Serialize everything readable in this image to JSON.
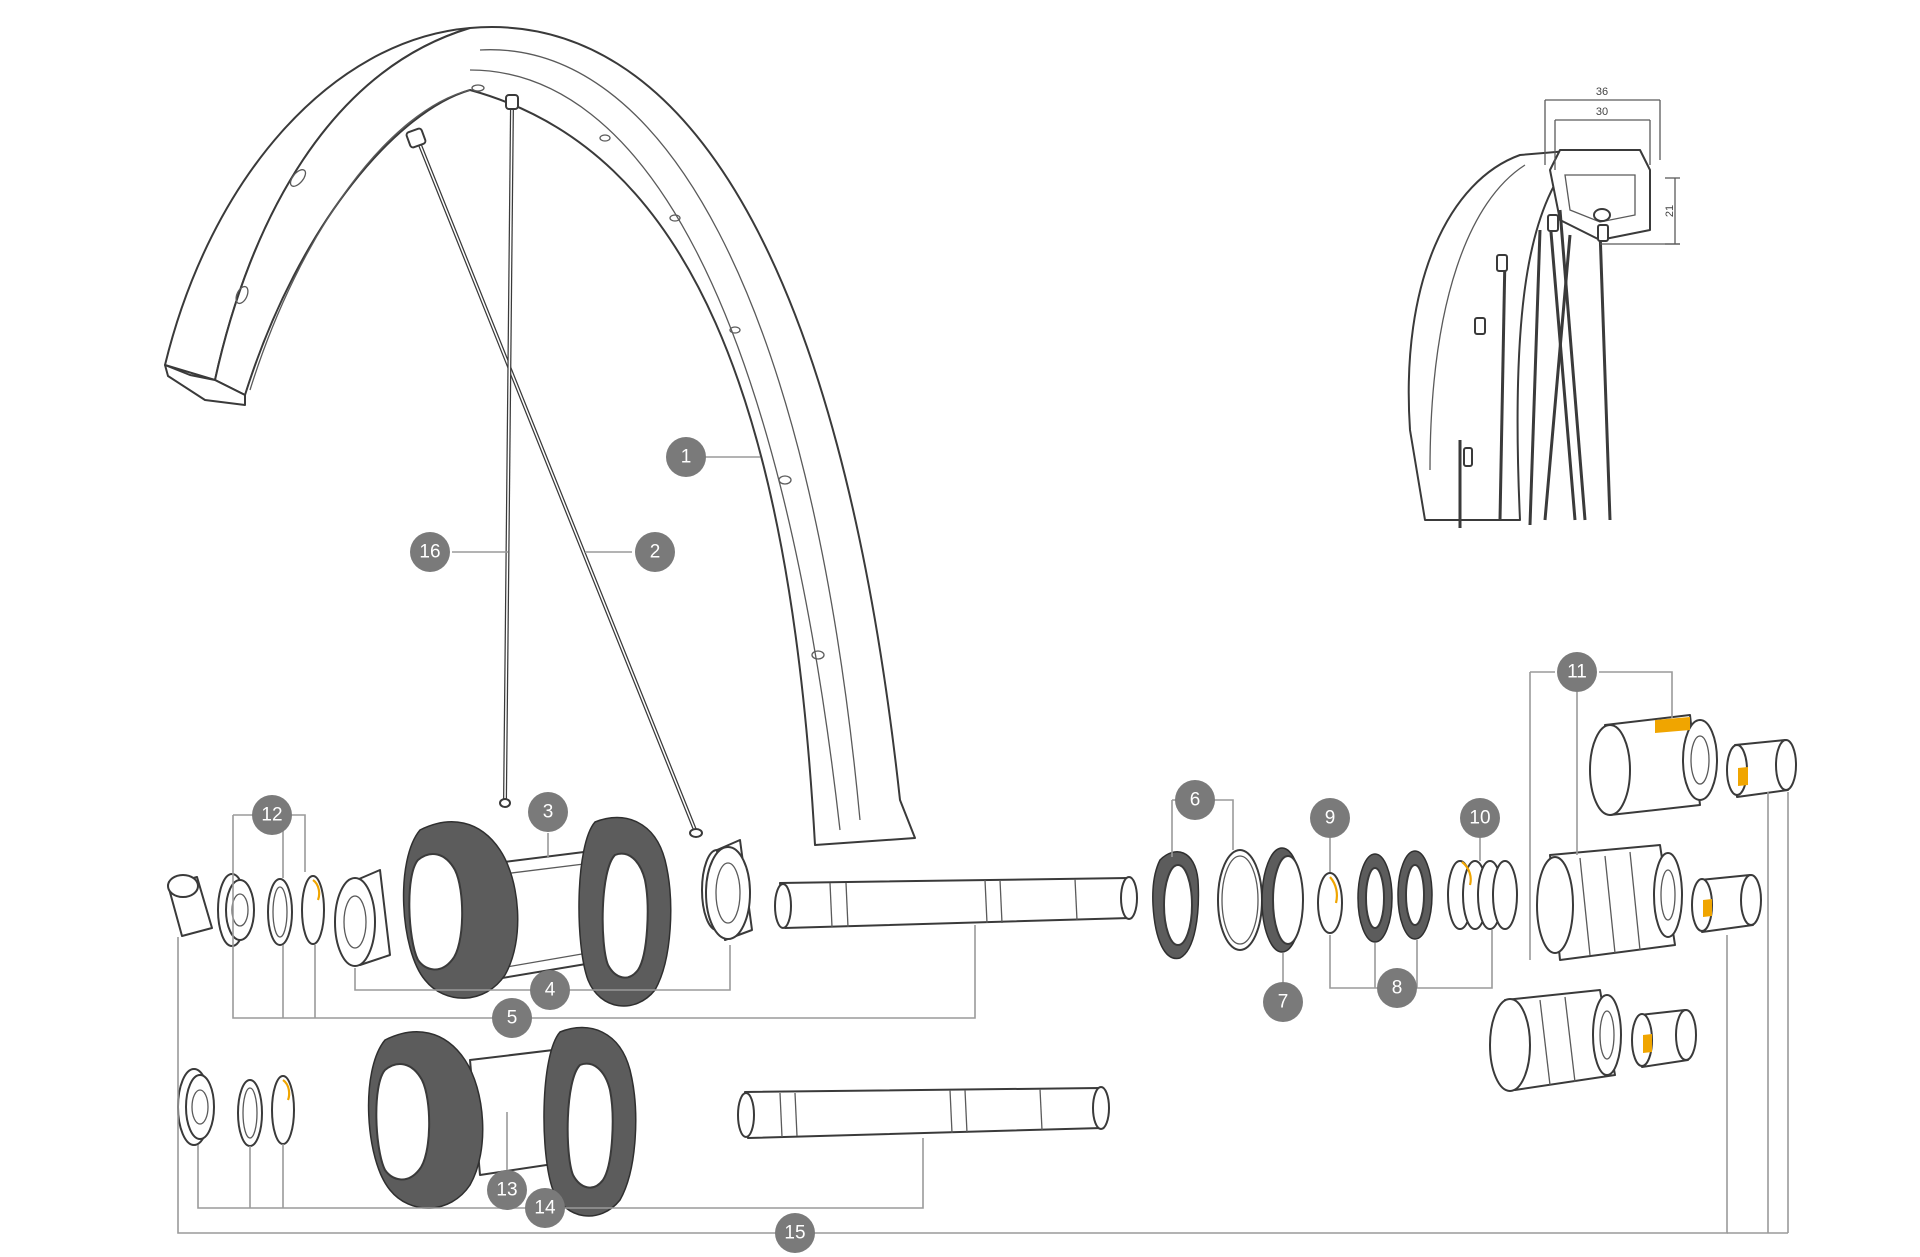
{
  "diagram": {
    "callouts": [
      {
        "id": "c1",
        "label": "1"
      },
      {
        "id": "c2",
        "label": "2"
      },
      {
        "id": "c3",
        "label": "3"
      },
      {
        "id": "c4",
        "label": "4"
      },
      {
        "id": "c5",
        "label": "5"
      },
      {
        "id": "c6",
        "label": "6"
      },
      {
        "id": "c7",
        "label": "7"
      },
      {
        "id": "c8",
        "label": "8"
      },
      {
        "id": "c9",
        "label": "9"
      },
      {
        "id": "c10",
        "label": "10"
      },
      {
        "id": "c11",
        "label": "11"
      },
      {
        "id": "c12",
        "label": "12"
      },
      {
        "id": "c13",
        "label": "13"
      },
      {
        "id": "c14",
        "label": "14"
      },
      {
        "id": "c15",
        "label": "15"
      },
      {
        "id": "c16",
        "label": "16"
      }
    ],
    "rim_section_dimensions": {
      "outer_width": "36",
      "inner_width": "30",
      "height": "21"
    },
    "colors": {
      "callout_fill": "#7a7a7a",
      "callout_text": "#ffffff",
      "accent": "#f0a500",
      "line": "#3a3a3a"
    }
  }
}
